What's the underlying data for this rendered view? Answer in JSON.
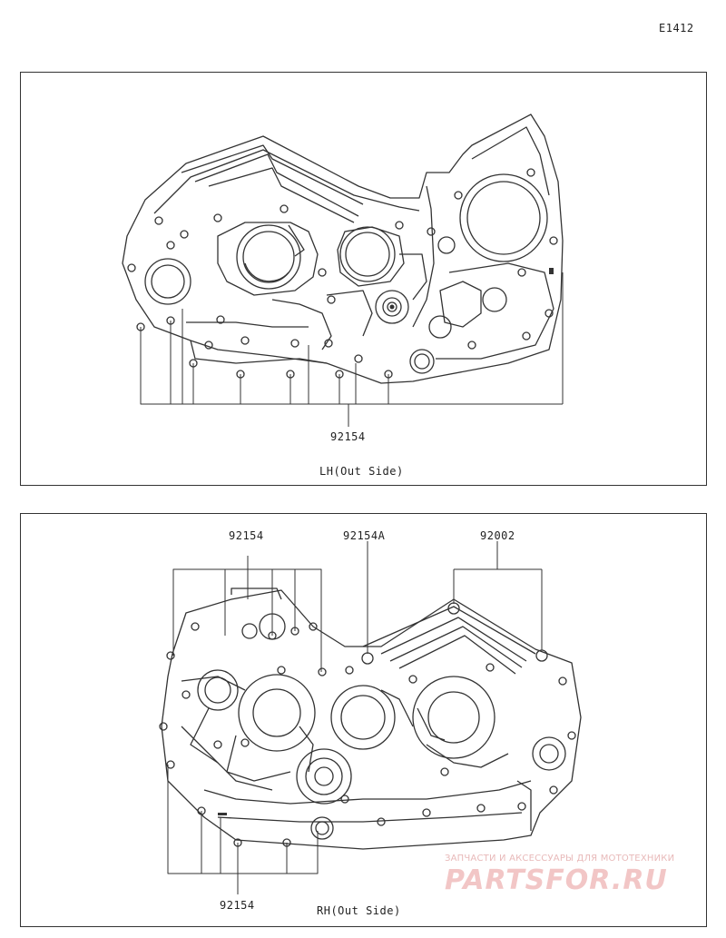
{
  "page_code": "E1412",
  "panels": [
    {
      "id": "lh",
      "caption": "LH(Out Side)",
      "callouts": [
        "92154"
      ]
    },
    {
      "id": "rh",
      "caption": "RH(Out Side)",
      "callouts": [
        "92154",
        "92154A",
        "92002",
        "92154"
      ]
    }
  ],
  "watermark": {
    "tagline": "ЗАПЧАСТИ И АКСЕССУАРЫ ДЛЯ МОТОТЕХНИКИ",
    "logo": "PARTSFOR.RU"
  },
  "colors": {
    "line": "#333333",
    "watermark": "#e8b0b0"
  }
}
